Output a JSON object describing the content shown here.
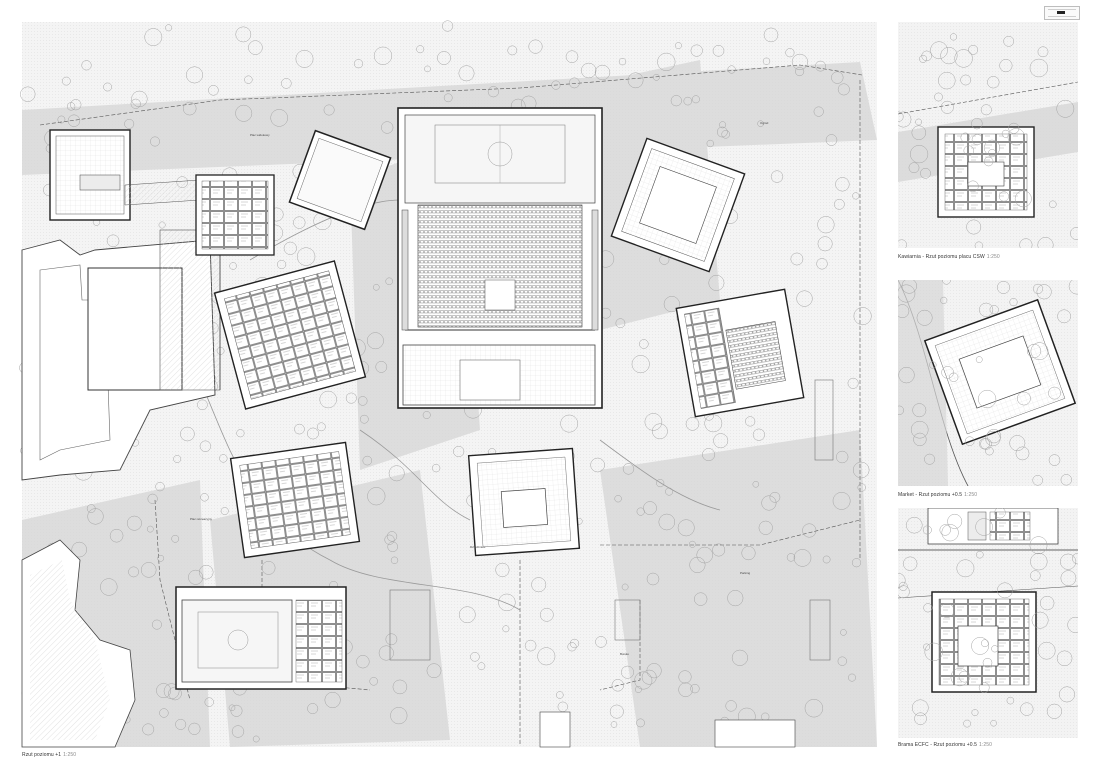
{
  "main_plan": {
    "caption": "Rzut poziomu +1",
    "scale": "1:250"
  },
  "detail_plans": [
    {
      "caption": "Kawiarnia - Rzut poziomu placu CSW",
      "scale": "1:250"
    },
    {
      "caption": "Market - Rzut poziomu +0.5",
      "scale": "1:250"
    },
    {
      "caption": "Brama ECFC - Rzut poziomu +0.5",
      "scale": "1:250"
    }
  ],
  "colors": {
    "paper": "#ffffff",
    "shadow": "#d9d9d9",
    "shadow_dark": "#c8c8c8",
    "ground": "#f1f1f1",
    "wall": "#3a3a3a",
    "vegetation": "#9a9a9a",
    "hatch": "#c4c4c4"
  },
  "icons": {
    "trees": "tree-canopy-icon",
    "seats": "seating-grid-icon",
    "title_block": "legend-block-icon"
  }
}
